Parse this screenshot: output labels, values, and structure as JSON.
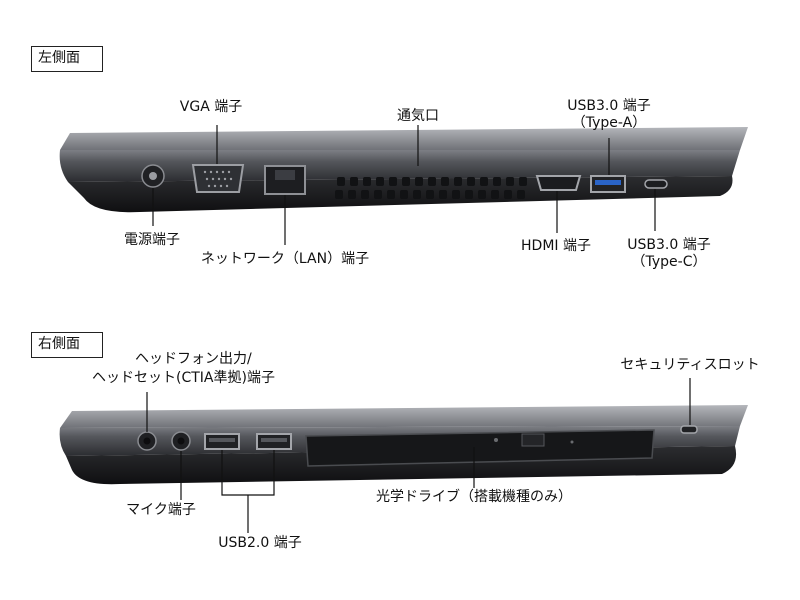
{
  "left_side": {
    "title": "左側面",
    "labels": {
      "vga": "VGA 端子",
      "vent": "通気口",
      "usb30a_line1": "USB3.0 端子",
      "usb30a_line2": "（Type-A）",
      "power": "電源端子",
      "lan": "ネットワーク（LAN）端子",
      "hdmi": "HDMI 端子",
      "usb30c_line1": "USB3.0 端子",
      "usb30c_line2": "（Type-C）"
    }
  },
  "right_side": {
    "title": "右側面",
    "labels": {
      "headphone_line1": "ヘッドフォン出力/",
      "headphone_line2": "ヘッドセット(CTIA準拠)端子",
      "security": "セキュリティスロット",
      "mic": "マイク端子",
      "optical": "光学ドライブ（搭載機種のみ）",
      "usb20": "USB2.0 端子"
    }
  },
  "colors": {
    "chassis_top": "#8e9096",
    "chassis_body": "#3a3b3f",
    "chassis_base": "#1c1c1e",
    "usb30_blue": "#2a64c8"
  }
}
